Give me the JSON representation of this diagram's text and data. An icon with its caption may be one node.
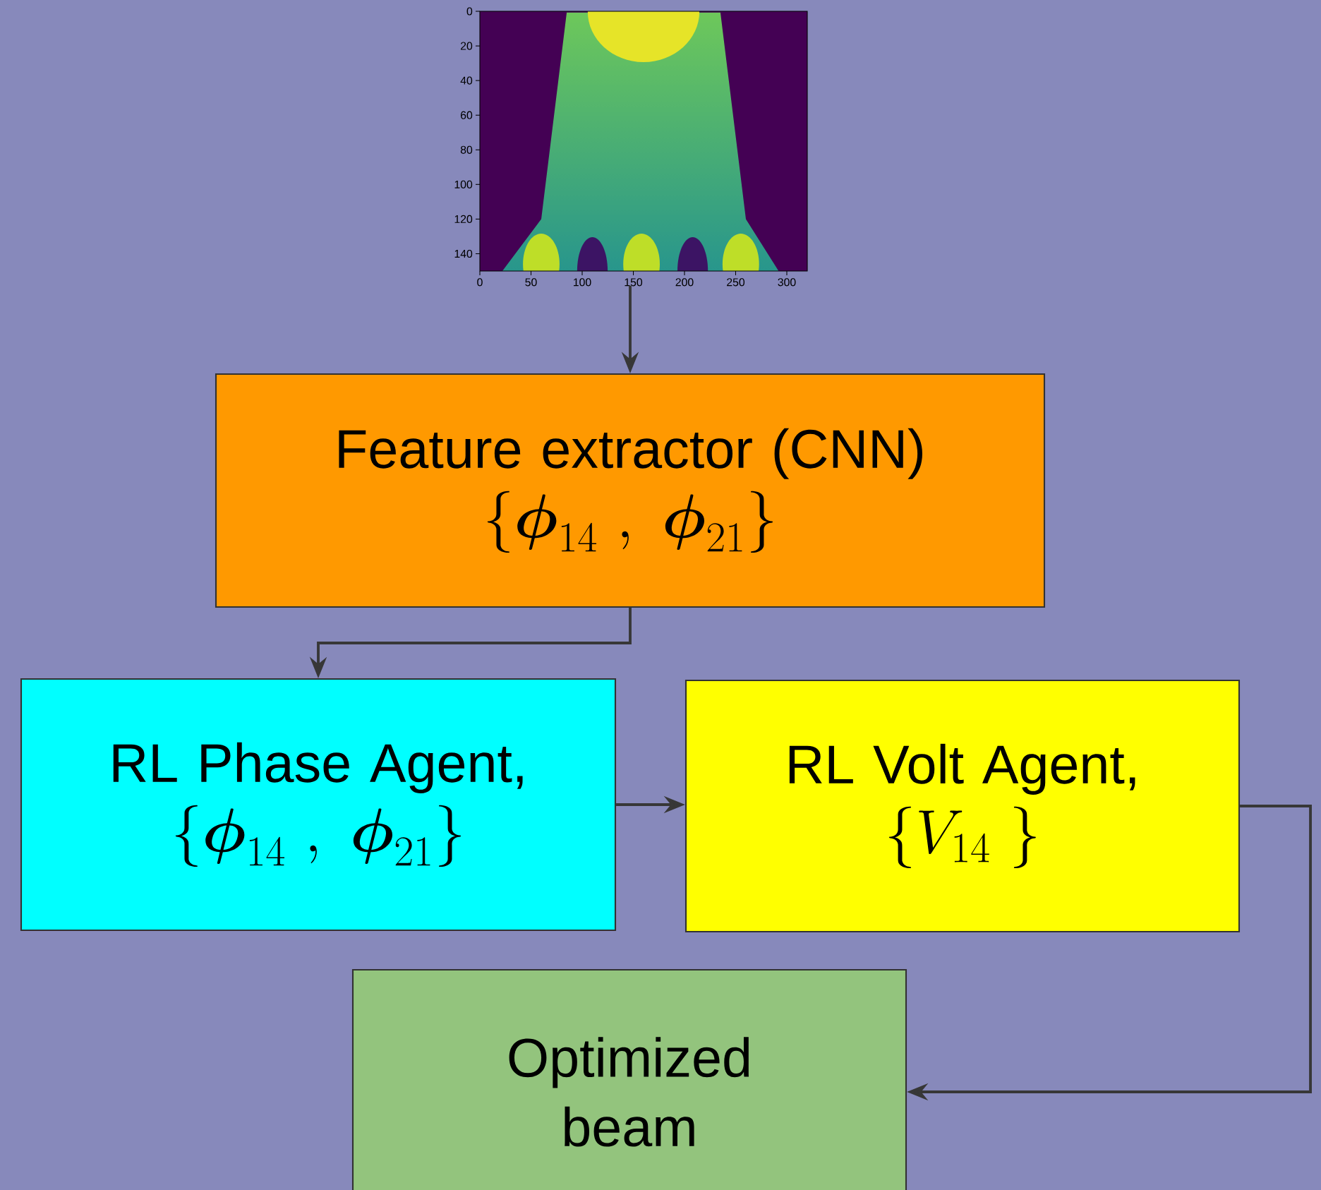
{
  "diagram": {
    "nodes": [
      {
        "text": [],
        "shape": "picture"
      },
      {
        "text": [
          "Feature extractor (CNN)",
          "\\{\\boldsymbol{\\phi}_{14}\\ ,\\ \\boldsymbol{\\phi}_{21}\\}"
        ]
      },
      {
        "text": [
          "RL Phase Agent,",
          "\\{\\boldsymbol{\\phi}_{14}\\ ,\\ \\boldsymbol{\\phi}_{21}\\}"
        ]
      },
      {
        "text": [
          "RL Volt Agent,",
          "\\{V_{14}\\ \\}"
        ]
      },
      {
        "text": [
          "Optimized beam"
        ]
      }
    ],
    "edges": [
      {
        "from": 0,
        "to": 1,
        "arrow": "to"
      },
      {
        "from": 1,
        "to": 2,
        "arrow": "to"
      },
      {
        "from": 2,
        "to": 3,
        "arrow": "to"
      },
      {
        "from": 3,
        "to": 4,
        "arrow": "to"
      }
    ],
    "labels": [
      "0",
      "20",
      "40",
      "60",
      "80",
      "100",
      "120",
      "140",
      "0",
      "50",
      "100",
      "150",
      "200",
      "250",
      "300"
    ]
  }
}
